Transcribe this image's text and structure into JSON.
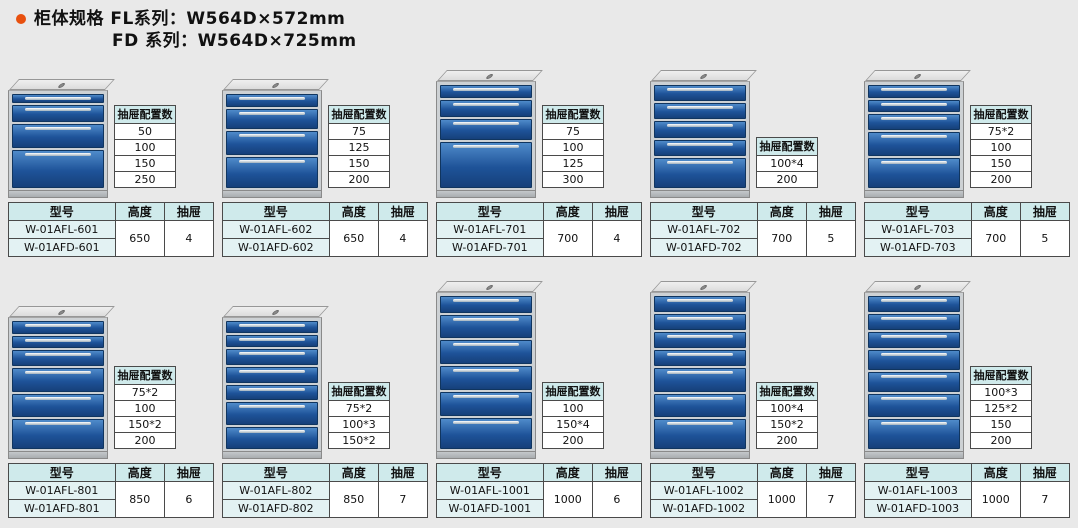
{
  "colors": {
    "page_bg": "#e9e9e9",
    "bullet": "#e8500e",
    "table_header_bg": "#cfeaeb",
    "model_cell_bg": "#e3f2f3",
    "drawer_blue": "#1e5399"
  },
  "header": {
    "line1": "柜体规格 FL系列：W564D×572mm",
    "line2": "FD 系列：W564D×725mm"
  },
  "labels": {
    "config_header": "抽屉配置数",
    "model": "型号",
    "height": "高度",
    "drawers": "抽屉"
  },
  "products": [
    {
      "config": [
        "50",
        "100",
        "150",
        "250"
      ],
      "drawer_weights": [
        50,
        100,
        150,
        250
      ],
      "model_fl": "W-01AFL-601",
      "model_fd": "W-01AFD-601",
      "height": "650",
      "drawer_count": "4"
    },
    {
      "config": [
        "75",
        "125",
        "150",
        "200"
      ],
      "drawer_weights": [
        75,
        125,
        150,
        200
      ],
      "model_fl": "W-01AFL-602",
      "model_fd": "W-01AFD-602",
      "height": "650",
      "drawer_count": "4"
    },
    {
      "config": [
        "75",
        "100",
        "125",
        "300"
      ],
      "drawer_weights": [
        75,
        100,
        125,
        300
      ],
      "model_fl": "W-01AFL-701",
      "model_fd": "W-01AFD-701",
      "height": "700",
      "drawer_count": "4"
    },
    {
      "config": [
        "100*4",
        "200"
      ],
      "drawer_weights": [
        100,
        100,
        100,
        100,
        200
      ],
      "model_fl": "W-01AFL-702",
      "model_fd": "W-01AFD-702",
      "height": "700",
      "drawer_count": "5"
    },
    {
      "config": [
        "75*2",
        "100",
        "150",
        "200"
      ],
      "drawer_weights": [
        75,
        75,
        100,
        150,
        200
      ],
      "model_fl": "W-01AFL-703",
      "model_fd": "W-01AFD-703",
      "height": "700",
      "drawer_count": "5"
    },
    {
      "config": [
        "75*2",
        "100",
        "150*2",
        "200"
      ],
      "drawer_weights": [
        75,
        75,
        100,
        150,
        150,
        200
      ],
      "model_fl": "W-01AFL-801",
      "model_fd": "W-01AFD-801",
      "height": "850",
      "drawer_count": "6"
    },
    {
      "config": [
        "75*2",
        "100*3",
        "150*2"
      ],
      "drawer_weights": [
        75,
        75,
        100,
        100,
        100,
        150,
        150
      ],
      "model_fl": "W-01AFL-802",
      "model_fd": "W-01AFD-802",
      "height": "850",
      "drawer_count": "7"
    },
    {
      "config": [
        "100",
        "150*4",
        "200"
      ],
      "drawer_weights": [
        100,
        150,
        150,
        150,
        150,
        200
      ],
      "model_fl": "W-01AFL-1001",
      "model_fd": "W-01AFD-1001",
      "height": "1000",
      "drawer_count": "6"
    },
    {
      "config": [
        "100*4",
        "150*2",
        "200"
      ],
      "drawer_weights": [
        100,
        100,
        100,
        100,
        150,
        150,
        200
      ],
      "model_fl": "W-01AFL-1002",
      "model_fd": "W-01AFD-1002",
      "height": "1000",
      "drawer_count": "7"
    },
    {
      "config": [
        "100*3",
        "125*2",
        "150",
        "200"
      ],
      "drawer_weights": [
        100,
        100,
        100,
        125,
        125,
        150,
        200
      ],
      "model_fl": "W-01AFL-1003",
      "model_fd": "W-01AFD-1003",
      "height": "1000",
      "drawer_count": "7"
    }
  ]
}
